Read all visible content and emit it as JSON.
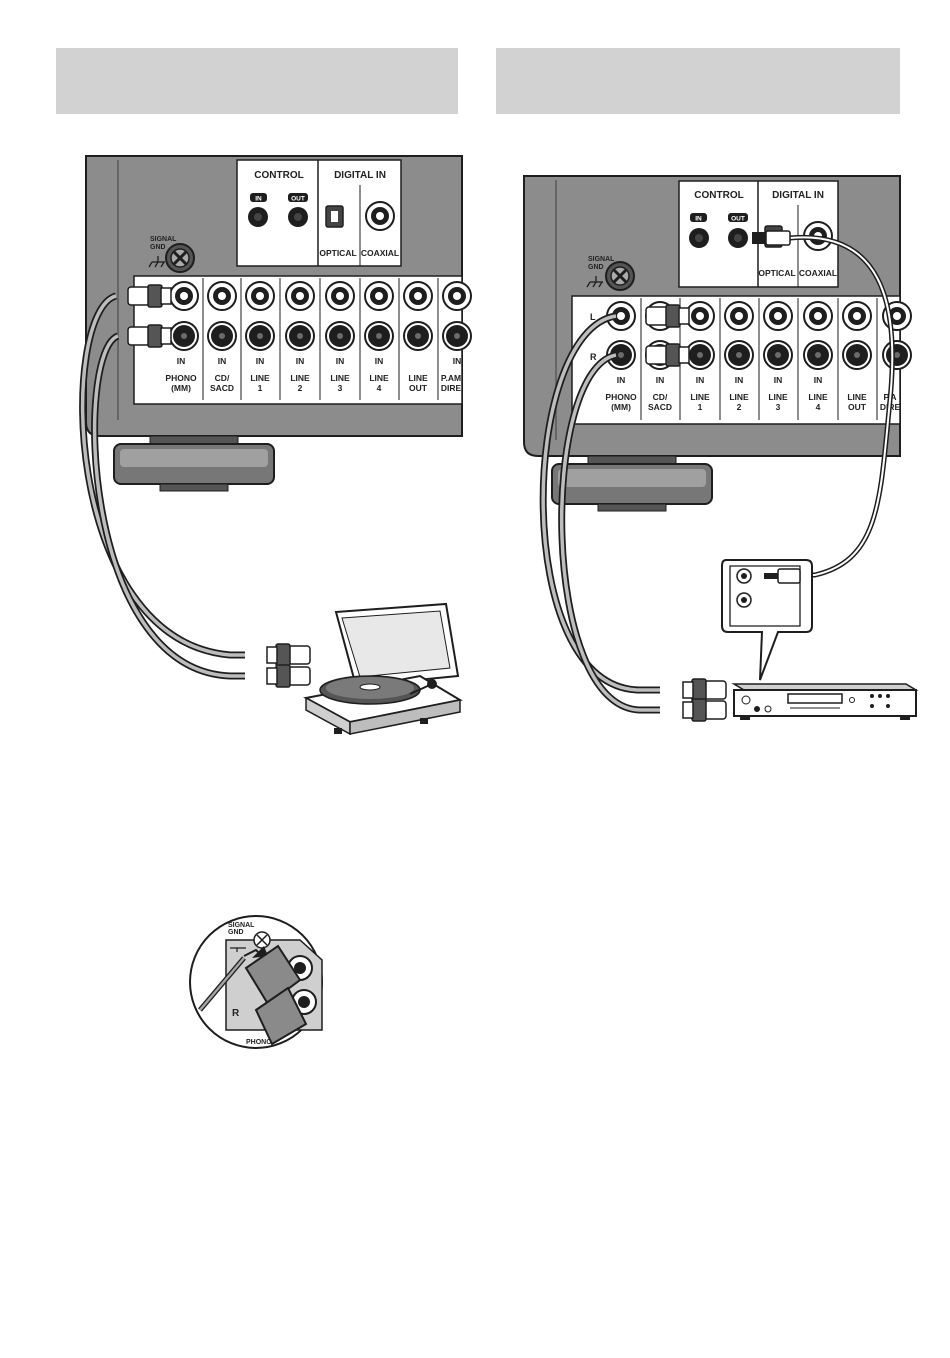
{
  "left_panel": {
    "control": "CONTROL",
    "in_tag": "IN",
    "out_tag": "OUT",
    "digital_in": "DIGITAL IN",
    "optical": "OPTICAL",
    "coaxial": "COAXIAL",
    "signal_gnd_1": "SIGNAL",
    "signal_gnd_2": "GND",
    "jacks": [
      {
        "in": "IN",
        "l1": "PHONO",
        "l2": "(MM)"
      },
      {
        "in": "IN",
        "l1": "CD/",
        "l2": "SACD"
      },
      {
        "in": "IN",
        "l1": "LINE",
        "l2": "1"
      },
      {
        "in": "IN",
        "l1": "LINE",
        "l2": "2"
      },
      {
        "in": "IN",
        "l1": "LINE",
        "l2": "3"
      },
      {
        "in": "IN",
        "l1": "LINE",
        "l2": "4"
      },
      {
        "in": "",
        "l1": "LINE",
        "l2": "OUT"
      },
      {
        "in": "IN",
        "l1": "P.AM",
        "l2": "DIRE"
      }
    ]
  },
  "right_panel": {
    "control": "CONTROL",
    "in_tag": "IN",
    "out_tag": "OUT",
    "digital_in": "DIGITAL IN",
    "optical": "OPTICAL",
    "coaxial": "COAXIAL",
    "signal_gnd_1": "SIGNAL",
    "signal_gnd_2": "GND",
    "side_l": "L",
    "side_r": "R",
    "jacks": [
      {
        "in": "IN",
        "l1": "PHONO",
        "l2": "(MM)"
      },
      {
        "in": "IN",
        "l1": "CD/",
        "l2": "SACD"
      },
      {
        "in": "IN",
        "l1": "LINE",
        "l2": "1"
      },
      {
        "in": "IN",
        "l1": "LINE",
        "l2": "2"
      },
      {
        "in": "IN",
        "l1": "LINE",
        "l2": "3"
      },
      {
        "in": "IN",
        "l1": "LINE",
        "l2": "4"
      },
      {
        "in": "",
        "l1": "LINE",
        "l2": "OUT"
      },
      {
        "in": "",
        "l1": "P.A",
        "l2": "DIRE"
      }
    ]
  },
  "detail": {
    "signal": "SIGNAL",
    "gnd": "GND",
    "side_r": "R",
    "phono": "PHONO"
  },
  "colors": {
    "header_gray": "#d2d2d2",
    "panel_gray": "#8c8c8c",
    "dark": "#1e1e1e"
  }
}
